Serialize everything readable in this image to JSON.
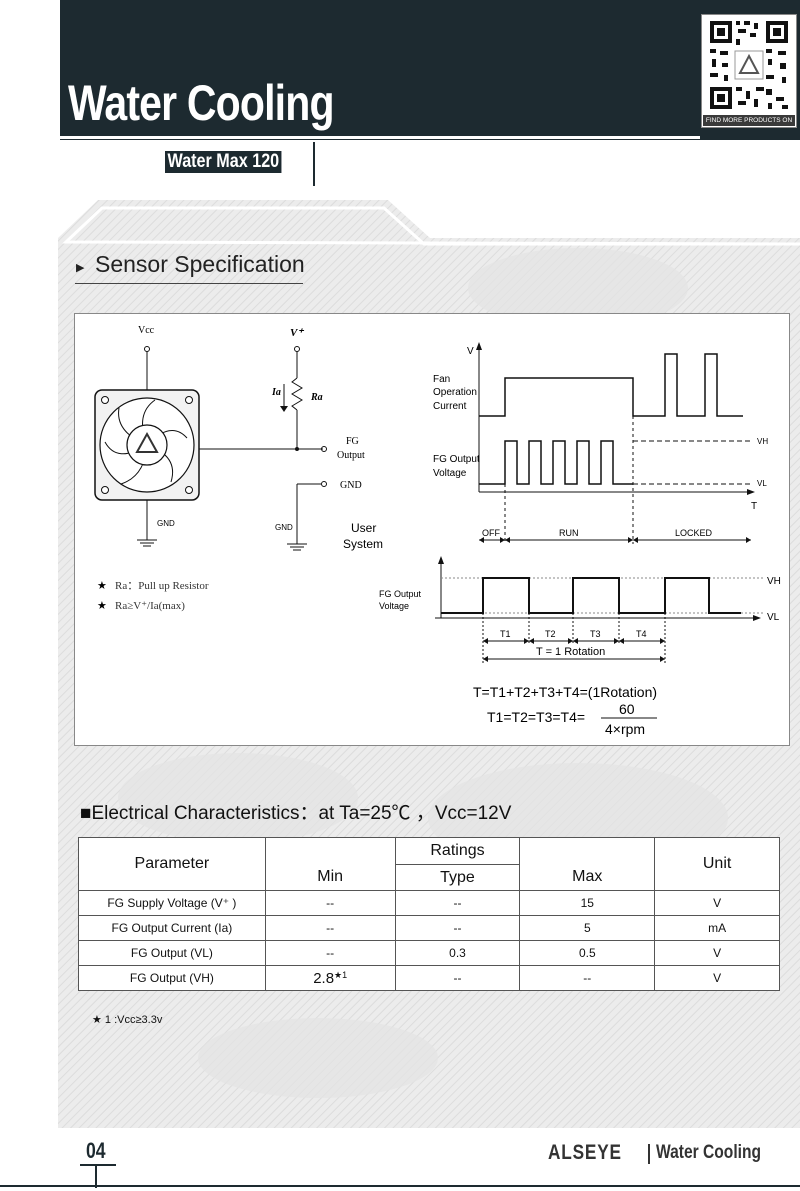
{
  "header": {
    "title": "Water Cooling",
    "qr_caption": "FIND MORE PRODUCTS ON",
    "model": "Water Max 120"
  },
  "sensor_section": {
    "title": "Sensor Specification",
    "diagram": {
      "vcc": "Vcc",
      "v_plus": "V⁺",
      "ia": "Ia",
      "ra": "Ra",
      "fg_output": [
        "FG",
        "Output"
      ],
      "gnd_right": "GND",
      "gnd_fan": "GND",
      "gnd_small": "GND",
      "user_system": [
        "User",
        "System"
      ],
      "note1": "Ra：Pull up Resistor",
      "note2": "Ra≥V⁺/Ia(max)",
      "t_axis_v": "V",
      "t_axis_t": "T",
      "fan_op": [
        "Fan",
        "Operation",
        "Current"
      ],
      "fg_out_voltage": [
        "FG Output",
        "Voltage"
      ],
      "vh": "VH",
      "vl": "VL",
      "states": [
        "OFF",
        "RUN",
        "LOCKED"
      ],
      "fg_out_voltage2": [
        "FG Output",
        "Voltage"
      ],
      "vh2": "VH",
      "vl2": "VL",
      "periods": [
        "T1",
        "T2",
        "T3",
        "T4"
      ],
      "rotation": "T = 1 Rotation",
      "formula1": "T=T1+T2+T3+T4=(1Rotation)",
      "formula2_lhs": "T1=T2=T3=T4=",
      "formula2_num": "60",
      "formula2_den": "4×rpm"
    }
  },
  "electrical": {
    "title": "■Electrical Characteristics：at  Ta=25℃ ，Vcc=12V",
    "head": {
      "parameter": "Parameter",
      "ratings": "Ratings",
      "unit": "Unit",
      "min": "Min",
      "type": "Type",
      "max": "Max"
    },
    "rows": [
      {
        "param": "FG Supply Voltage (V⁺ )",
        "min": "--",
        "type": "--",
        "max": "15",
        "unit": "V"
      },
      {
        "param": "FG Output Current (Ia)",
        "min": "--",
        "type": "--",
        "max": "5",
        "unit": "mA"
      },
      {
        "param": "FG Output (VL)",
        "min": "--",
        "type": "0.3",
        "max": "0.5",
        "unit": "V"
      },
      {
        "param": "FG Output (VH)",
        "min": "2.8",
        "min_note": "★1",
        "type": "--",
        "max": "--",
        "unit": "V"
      }
    ],
    "footnote": "★ 1 :Vcc≥3.3v"
  },
  "footer": {
    "page": "04",
    "brand": "ALSEYE",
    "category": "Water Cooling"
  },
  "colors": {
    "header_bg": "#1d2a30",
    "panel_bg": "#e6e6e6"
  }
}
